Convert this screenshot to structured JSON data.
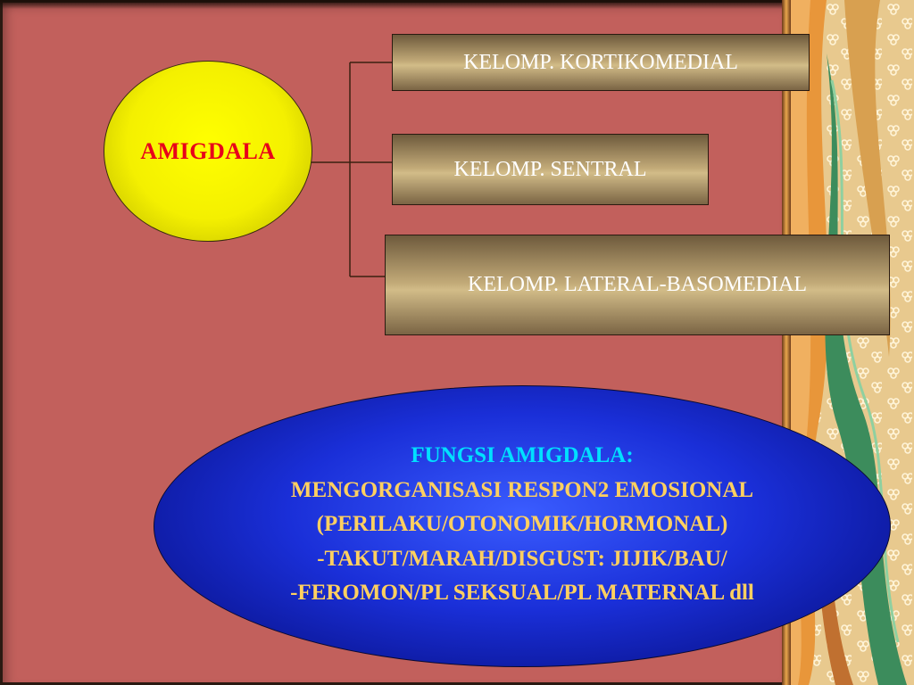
{
  "diagram": {
    "root": {
      "label": "AMIGDALA"
    },
    "groups": [
      {
        "label": "KELOMP. KORTIKOMEDIAL"
      },
      {
        "label": "KELOMP. SENTRAL"
      },
      {
        "label": "KELOMP. LATERAL-BASOMEDIAL"
      }
    ]
  },
  "function": {
    "title": "FUNGSI AMIGDALA:",
    "lines": [
      "MENGORGANISASI RESPON2 EMOSIONAL",
      "(PERILAKU/OTONOMIK/HORMONAL)",
      "-TAKUT/MARAH/DISGUST: JIJIK/BAU/",
      "-FEROMON/PL SEKSUAL/PL MATERNAL dll"
    ]
  },
  "colors": {
    "slide_background": "#c2605c",
    "root_fill": "#ffff00",
    "root_text": "#e8001a",
    "group_text": "#ffffff",
    "function_fill": "#1a2fd8",
    "function_title": "#00e0ff",
    "function_text": "#ffd060"
  }
}
